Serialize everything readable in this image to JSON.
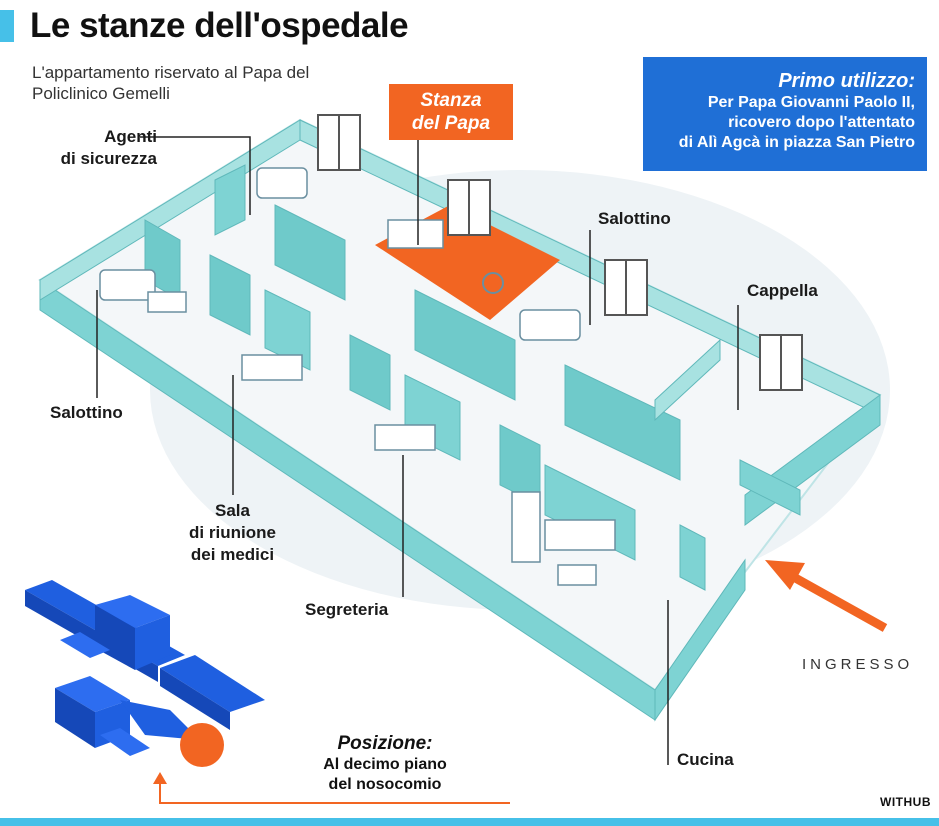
{
  "header": {
    "title": "Le stanze dell'ospedale",
    "subtitle": "L'appartamento riservato al Papa del Policlinico Gemelli"
  },
  "info_box": {
    "heading": "Primo utilizzo:",
    "body": "Per Papa Giovanni Paolo II,\nricovero dopo l'attentato\ndi Alì Agcà  in piazza San Pietro"
  },
  "rooms": {
    "stanza_papa": "Stanza\ndel Papa",
    "agenti": "Agenti\ndi sicurezza",
    "salottino_left": "Salottino",
    "salottino_right": "Salottino",
    "cappella": "Cappella",
    "sala_riunione": "Sala\ndi riunione\ndei medici",
    "segreteria": "Segreteria",
    "cucina": "Cucina"
  },
  "entrance": {
    "label": "INGRESSO"
  },
  "position": {
    "heading": "Posizione:",
    "body": "Al decimo piano\ndel nosocomio"
  },
  "brand": "WITHUB",
  "colors": {
    "wall": "#7ed3d3",
    "floor": "#f1f6f8",
    "papa_room": "#f26522",
    "info_box": "#1f6fd6",
    "building": "#1f5fe0",
    "accent": "#46c0e8"
  }
}
